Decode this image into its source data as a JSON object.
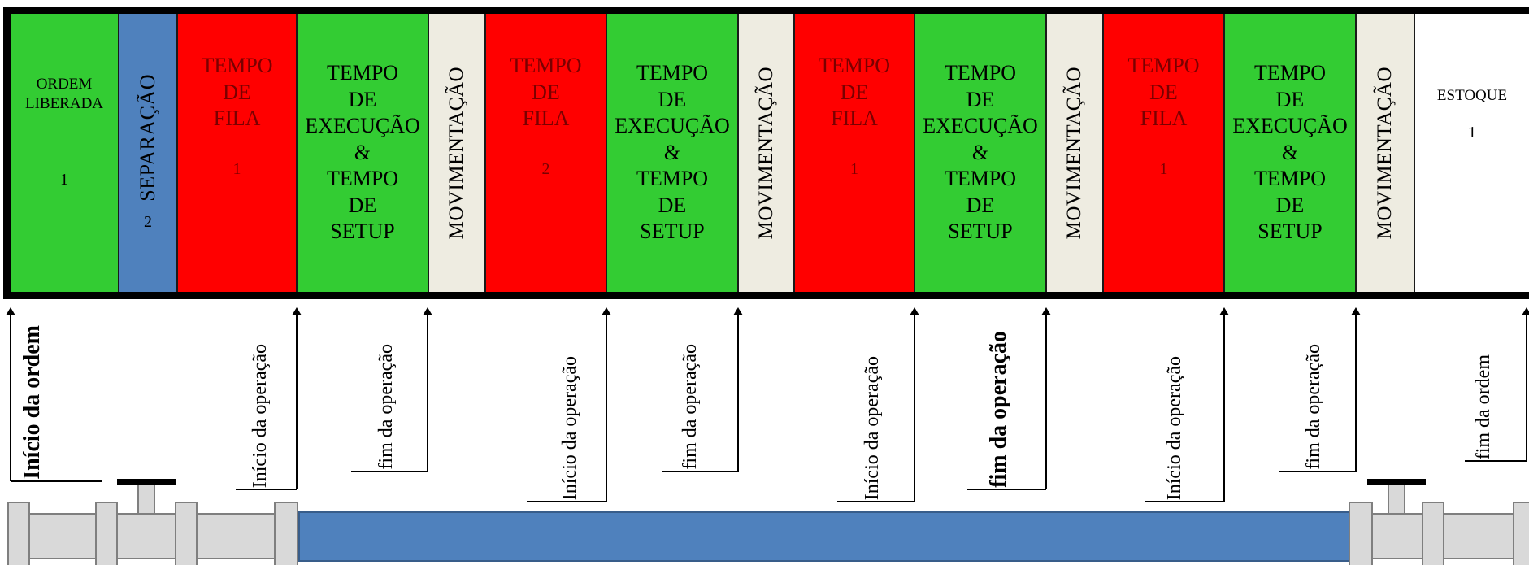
{
  "colors": {
    "green": "#33cc33",
    "blue": "#4f81bd",
    "red": "#ff0000",
    "beige": "#eeece1",
    "white": "#ffffff",
    "pipe_gray": "#d9d9d9",
    "pipe_blue": "#4f81bd",
    "outline": "#000000"
  },
  "segments": [
    {
      "label": "ORDEM\nLIBERADA",
      "number": "1",
      "color": "green",
      "vertical": false
    },
    {
      "label": "SEPARAÇÃO",
      "number": "2",
      "color": "blue",
      "vertical": true
    },
    {
      "label": "TEMPO\nDE\nFILA",
      "number": "1",
      "color": "red",
      "vertical": false
    },
    {
      "label": "TEMPO\nDE\nEXECUÇÃO\n&\nTEMPO\nDE\nSETUP",
      "number": "",
      "color": "green",
      "vertical": false
    },
    {
      "label": "MOVIMENTAÇÃO",
      "number": "",
      "color": "beige",
      "vertical": true
    },
    {
      "label": "TEMPO\nDE\nFILA",
      "number": "2",
      "color": "red",
      "vertical": false
    },
    {
      "label": "TEMPO\nDE\nEXECUÇÃO\n&\nTEMPO\nDE\nSETUP",
      "number": "",
      "color": "green",
      "vertical": false
    },
    {
      "label": "MOVIMENTAÇÃO",
      "number": "",
      "color": "beige",
      "vertical": true
    },
    {
      "label": "TEMPO\nDE\nFILA",
      "number": "1",
      "color": "red",
      "vertical": false
    },
    {
      "label": "TEMPO\nDE\nEXECUÇÃO\n&\nTEMPO\nDE\nSETUP",
      "number": "",
      "color": "green",
      "vertical": false
    },
    {
      "label": "MOVIMENTAÇÃO",
      "number": "",
      "color": "beige",
      "vertical": true
    },
    {
      "label": "TEMPO\nDE\nFILA",
      "number": "1",
      "color": "red",
      "vertical": false
    },
    {
      "label": "TEMPO\nDE\nEXECUÇÃO\n&\nTEMPO\nDE\nSETUP",
      "number": "",
      "color": "green",
      "vertical": false
    },
    {
      "label": "MOVIMENTAÇÃO",
      "number": "",
      "color": "beige",
      "vertical": true
    },
    {
      "label": "ESTOQUE",
      "number": "1",
      "color": "white",
      "vertical": false
    }
  ],
  "markers": [
    {
      "label": "Início da ordem",
      "bold": true
    },
    {
      "label": "Início da operação",
      "bold": false
    },
    {
      "label": "fim da operação",
      "bold": false
    },
    {
      "label": "Início da operação",
      "bold": false
    },
    {
      "label": "fim da operação",
      "bold": false
    },
    {
      "label": "Início da operação",
      "bold": false
    },
    {
      "label": "fim da operação",
      "bold": true
    },
    {
      "label": "Início da operação",
      "bold": false
    },
    {
      "label": "fim da operação",
      "bold": false
    },
    {
      "label": "fim da ordem",
      "bold": false
    }
  ]
}
